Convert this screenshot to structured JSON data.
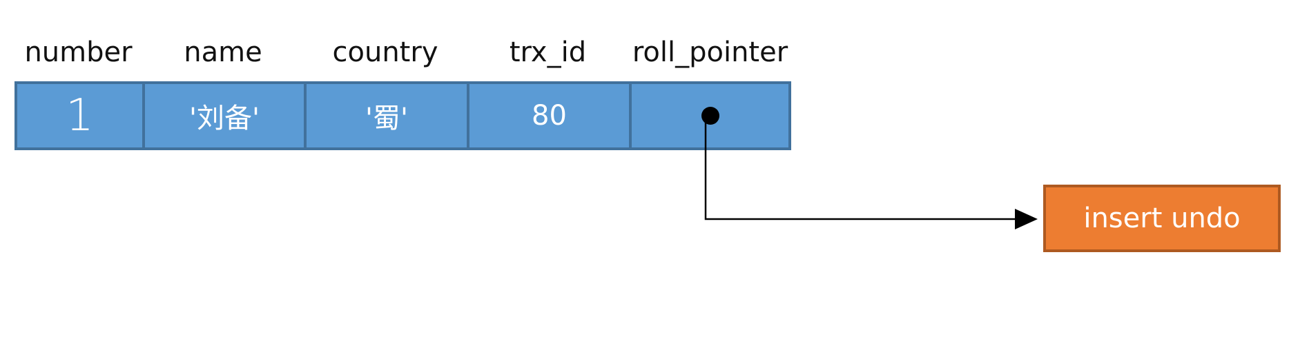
{
  "columns": [
    {
      "header": "number",
      "value": "1"
    },
    {
      "header": "name",
      "value": "'刘备'"
    },
    {
      "header": "country",
      "value": "'蜀'"
    },
    {
      "header": "trx_id",
      "value": "80"
    },
    {
      "header": "roll_pointer",
      "value": ""
    }
  ],
  "undo_box": {
    "label": "insert undo"
  },
  "colors": {
    "cell_fill": "#5b9bd5",
    "cell_border": "#41719c",
    "undo_fill": "#ed7d31",
    "undo_border": "#ae5a21"
  }
}
